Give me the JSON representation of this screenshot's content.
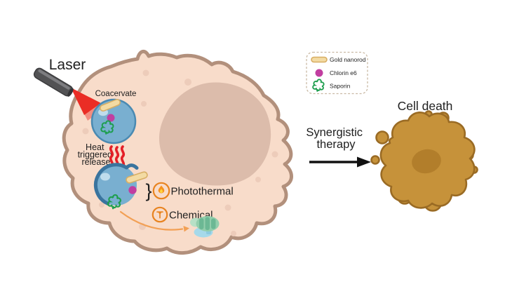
{
  "figure": {
    "laser_label": "Laser",
    "coacervate_label": "Coacervate",
    "heat_line1": "Heat",
    "heat_line2": "triggered",
    "heat_line3": "release",
    "brace": "}",
    "photothermal_label": "Photothermal",
    "chemical_label": "Chemical",
    "synergistic_line1": "Synergistic",
    "synergistic_line2": "therapy",
    "cell_death_label": "Cell death"
  },
  "legend": {
    "items": [
      {
        "icon": "gold-nanorod-icon",
        "label": "Gold nanorod"
      },
      {
        "icon": "chlorin-e6-icon",
        "label": "Chlorin e6"
      },
      {
        "icon": "saporin-icon",
        "label": "Saporin"
      }
    ]
  },
  "colors": {
    "text": "#1f1f1f",
    "cell_fill": "#f8dcca",
    "cell_border": "#b2907c",
    "nucleus": "#dcbcab",
    "speckle": "#edccba",
    "laser_body": "#525254",
    "laser_beam": "#ea2d25",
    "vesicle_fill": "#79afd0",
    "vesicle_border": "#4a8ab2",
    "vesicle_dark": "#3a749e",
    "vesicle_highlight": "#bfdcec",
    "nanorod_fill": "#f3dba3",
    "nanorod_border": "#d8ae64",
    "chlorin": "#c13ea0",
    "saporin": "#1e9e4e",
    "heat_wave": "#e41f27",
    "badge_orange": "#e8831f",
    "flame_orange": "#f6921e",
    "flame_yellow": "#ffd43d",
    "arrow_orange": "#f2a055",
    "ribosome_green": "#93ceac",
    "ribosome_dark": "#6cb894",
    "ribosome_blue": "#a6d9ea",
    "legend_border": "#c9b9a4",
    "dead_fill": "#c6923a",
    "dead_border": "#9a6b24",
    "dead_nucleus": "#b27e2b"
  }
}
